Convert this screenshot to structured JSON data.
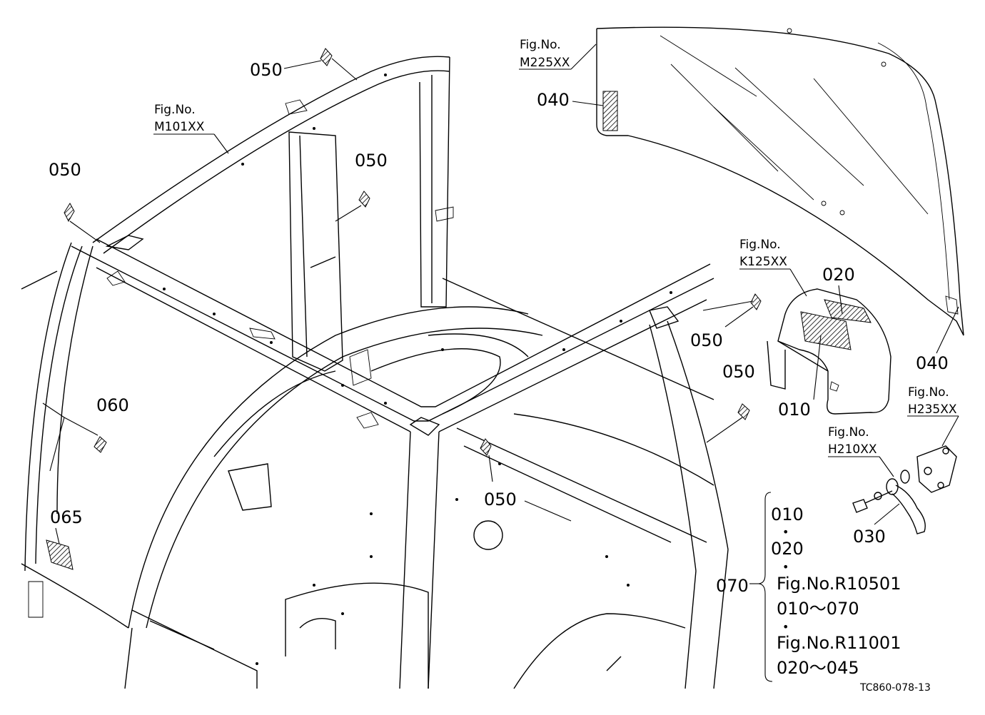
{
  "drawing_code": "TC860-078-13",
  "parts": [
    {
      "id": "p050a",
      "label": "050"
    },
    {
      "id": "p050b",
      "label": "050"
    },
    {
      "id": "p050c",
      "label": "050"
    },
    {
      "id": "p050d",
      "label": "050"
    },
    {
      "id": "p050e",
      "label": "050"
    },
    {
      "id": "p050f",
      "label": "050"
    },
    {
      "id": "p040a",
      "label": "040"
    },
    {
      "id": "p040b",
      "label": "040"
    },
    {
      "id": "p020",
      "label": "020"
    },
    {
      "id": "p010",
      "label": "010"
    },
    {
      "id": "p060",
      "label": "060"
    },
    {
      "id": "p065",
      "label": "065"
    },
    {
      "id": "p030",
      "label": "030"
    },
    {
      "id": "p070",
      "label": "070"
    }
  ],
  "figure_refs": [
    {
      "id": "m101",
      "line1": "Fig.No.",
      "line2": "M101XX"
    },
    {
      "id": "m225",
      "line1": "Fig.No.",
      "line2": "M225XX"
    },
    {
      "id": "k125",
      "line1": "Fig.No.",
      "line2": "K125XX"
    },
    {
      "id": "h210",
      "line1": "Fig.No.",
      "line2": "H210XX"
    },
    {
      "id": "h235",
      "line1": "Fig.No.",
      "line2": "H235XX"
    }
  ],
  "kit_bracket": {
    "items": [
      "010",
      "020",
      "Fig.No.R10501",
      "010～070",
      "Fig.No.R11001",
      "020～045"
    ],
    "separator": "•"
  }
}
